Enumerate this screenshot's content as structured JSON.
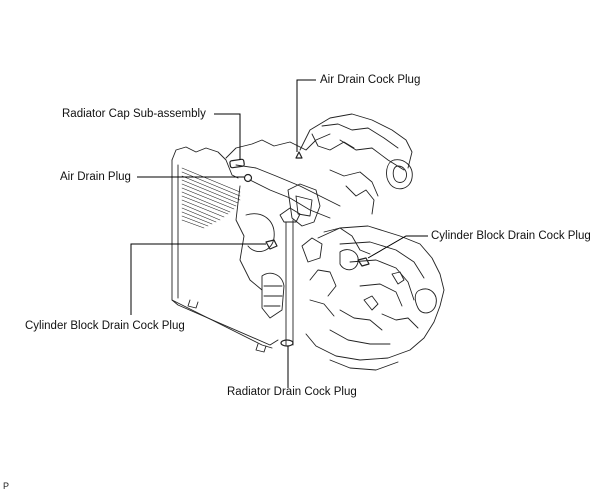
{
  "diagram": {
    "subject": "engine-with-radiator-assembly",
    "callouts": [
      {
        "id": "air-drain-cock-plug",
        "label": "Air Drain Cock Plug"
      },
      {
        "id": "radiator-cap-sub-assembly",
        "label": "Radiator Cap Sub-assembly"
      },
      {
        "id": "air-drain-plug",
        "label": "Air Drain Plug"
      },
      {
        "id": "cylinder-block-drain-cock-plug-right",
        "label": "Cylinder Block Drain Cock Plug"
      },
      {
        "id": "cylinder-block-drain-cock-plug-left",
        "label": "Cylinder Block Drain Cock Plug"
      },
      {
        "id": "radiator-drain-cock-plug",
        "label": "Radiator Drain Cock Plug"
      }
    ],
    "footer_code": "P"
  }
}
